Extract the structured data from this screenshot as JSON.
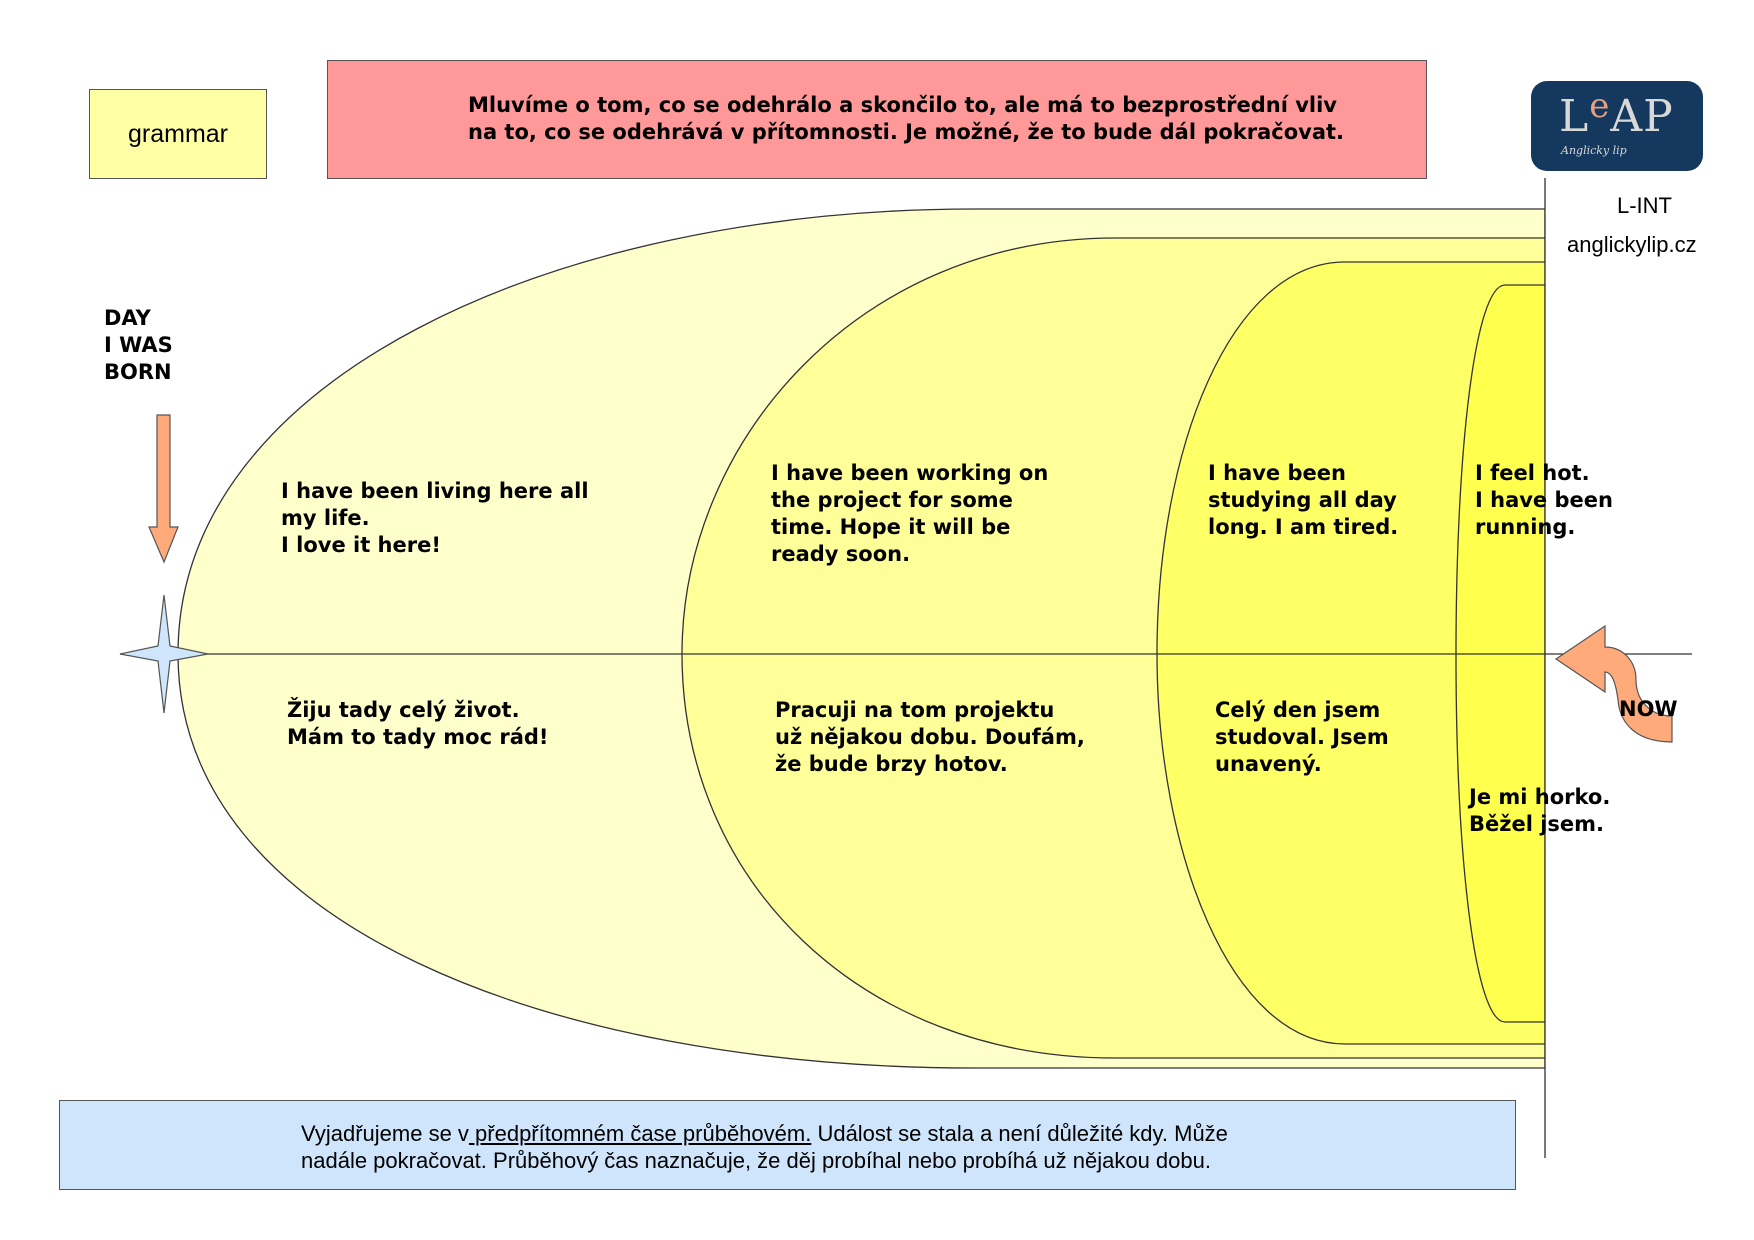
{
  "header": {
    "category": "grammar",
    "description_lines": [
      "Mluvíme o tom, co se odehrálo a skončilo to, ale má to bezprostřední vliv",
      "na to, co se odehrává v přítomnosti. Je možné, že to bude dál pokračovat."
    ]
  },
  "brand": {
    "logo_text": "LEAP",
    "logo_letter_l": "L",
    "logo_letter_e": "e",
    "logo_letters_rest": "AP",
    "logo_tagline": "Anglicky lip",
    "level": "L-INT",
    "website": "anglickylip.cz"
  },
  "timeline": {
    "start_label_lines": [
      "DAY",
      "I WAS",
      "BORN"
    ],
    "end_label": "NOW"
  },
  "examples": [
    {
      "english": [
        "I have been living here all",
        "my life.",
        "I love it here!"
      ],
      "czech": [
        "Žiju tady celý život.",
        "Mám to tady moc rád!"
      ]
    },
    {
      "english": [
        "I have been working on",
        "the project for some",
        "time. Hope it will be",
        "ready soon."
      ],
      "czech": [
        "Pracuji na tom projektu",
        "už nějakou dobu. Doufám,",
        "že bude brzy hotov."
      ]
    },
    {
      "english": [
        "I have been",
        "studying all day",
        "long. I am tired."
      ],
      "czech": [
        "Celý den jsem",
        "studoval. Jsem",
        "unavený."
      ]
    },
    {
      "english": [
        "I feel hot.",
        "I have been",
        "running."
      ],
      "czech": [
        "Je mi horko.",
        "Běžel jsem."
      ]
    }
  ],
  "footer": {
    "text_before": "Vyjadřujeme se v",
    "text_underlined": " předpřítomném čase průběhovém.",
    "text_after_line1": " Událost se stala a není důležité kdy. Může",
    "line2": "nadále pokračovat. Průběhový čas naznačuje, že děj probíhal nebo probíhá už nějakou dobu."
  },
  "colors": {
    "zone_outer": "#ffffcc",
    "zone_second": "#ffff99",
    "zone_third": "#ffff66",
    "zone_inner": "#ffff4d",
    "arrow": "#ffaa7a",
    "star": "#cfe5fb",
    "header_box": "#ff9999",
    "footer_box": "#cfe5fb",
    "grammar_box": "#ffffa6",
    "logo_bg": "#15395e"
  }
}
